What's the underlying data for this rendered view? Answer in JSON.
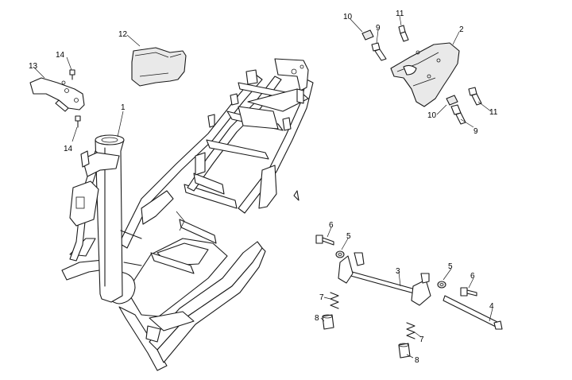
{
  "callouts": {
    "c1": "1",
    "c2": "2",
    "c3": "3",
    "c4": "4",
    "c5a": "5",
    "c5b": "5",
    "c6a": "6",
    "c6b": "6",
    "c7a": "7",
    "c7b": "7",
    "c8a": "8",
    "c8b": "8",
    "c9a": "9",
    "c9b": "9",
    "c10a": "10",
    "c10b": "10",
    "c11a": "11",
    "c11b": "11",
    "c12": "12",
    "c13": "13",
    "c14a": "14",
    "c14b": "14"
  }
}
